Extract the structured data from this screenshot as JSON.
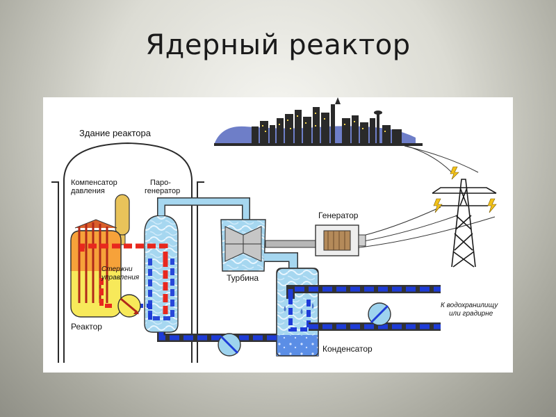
{
  "slide": {
    "title": "Ядерный реактор"
  },
  "labels": {
    "reactor_building": "Здание реактора",
    "pressurizer_line1": "Компенсатор",
    "pressurizer_line2": "давления",
    "steam_gen_line1": "Паро-",
    "steam_gen_line2": "генератор",
    "control_rods_line1": "Стержни",
    "control_rods_line2": "управления",
    "reactor": "Реактор",
    "turbine": "Турбина",
    "generator": "Генератор",
    "condenser": "Конденсатор",
    "reservoir_line1": "К водохранилищу",
    "reservoir_line2": "или градирне"
  },
  "colors": {
    "hot_loop": "#e8281e",
    "cold_loop": "#1e3cd8",
    "steam": "#9ed3ee",
    "reactor_core": "#f7e95a",
    "pressurizer": "#e9c35a",
    "line": "#222222"
  }
}
